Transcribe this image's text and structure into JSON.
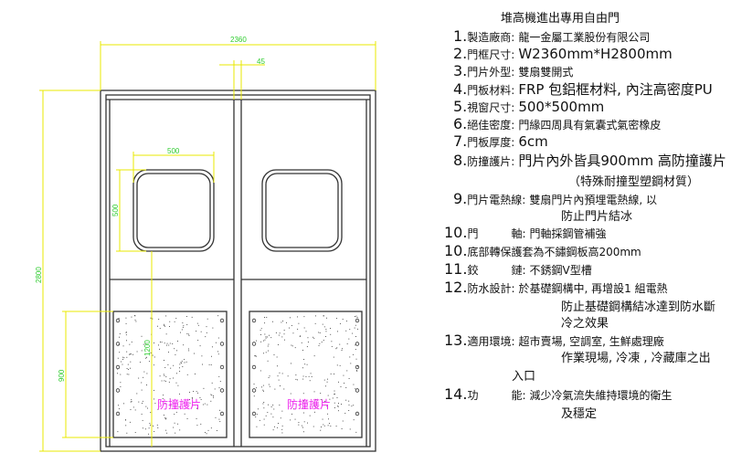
{
  "title": "堆高機進出專用自由門",
  "dimensions": {
    "overall_width": "2360",
    "gap": "45",
    "window_width": "500",
    "window_height": "500",
    "overall_height": "2800",
    "plate_height": "900",
    "window_bottom_height": "1200"
  },
  "kick_plate_label": "防撞護片",
  "specs": [
    {
      "num": "1.",
      "label": "製造廠商:",
      "value": "龍一金屬工業股份有限公司"
    },
    {
      "num": "2.",
      "label": "門框尺寸:",
      "value": "W2360mm*H2800mm"
    },
    {
      "num": "3.",
      "label": "門片外型:",
      "value": "雙扇雙開式"
    },
    {
      "num": "4.",
      "label": "門板材料:",
      "value": "FRP 包鋁框材料, 內注高密度PU"
    },
    {
      "num": "5.",
      "label": "視窗尺寸:",
      "value": "500*500mm"
    },
    {
      "num": "6.",
      "label": "絕佳密度:",
      "value": "門緣四周具有氣囊式氣密橡皮"
    },
    {
      "num": "7.",
      "label": "門板厚度:",
      "value": "6cm"
    },
    {
      "num": "8.",
      "label": "防撞護片:",
      "value": "門片內外皆具900mm 高防撞護片",
      "cont": [
        "（特殊耐撞型塑鋼材質）"
      ]
    },
    {
      "num": "9.",
      "label": "門片電熱線:",
      "value": "雙扇門片內預埋電熱線, 以",
      "cont": [
        "防止門片結冰"
      ]
    },
    {
      "num": "10.",
      "label": "門　　　軸:",
      "value": "門軸採鋼管補強"
    },
    {
      "num": "10.",
      "label": "底部轉保護套為不鏽鋼板高200mm",
      "value": ""
    },
    {
      "num": "11.",
      "label": "鉸　　　鏈:",
      "value": "不銹鋼V型槽"
    },
    {
      "num": "12.",
      "label": "防水設計:",
      "value": "於基礎鋼構中, 再增設1 組電熱",
      "cont": [
        "防止基礎鋼構結冰達到防水斷",
        "冷之效果"
      ]
    },
    {
      "num": "13.",
      "label": "適用環境:",
      "value": "超市賣場, 空調室, 生鮮處理廠",
      "cont": [
        "作業現場, 冷凍 , 冷藏庫之出"
      ],
      "tail": "入口"
    },
    {
      "num": "14.",
      "label": "功　　　能:",
      "value": "減少冷氣流失維持環境的衛生",
      "cont": [
        "及穩定"
      ]
    }
  ]
}
